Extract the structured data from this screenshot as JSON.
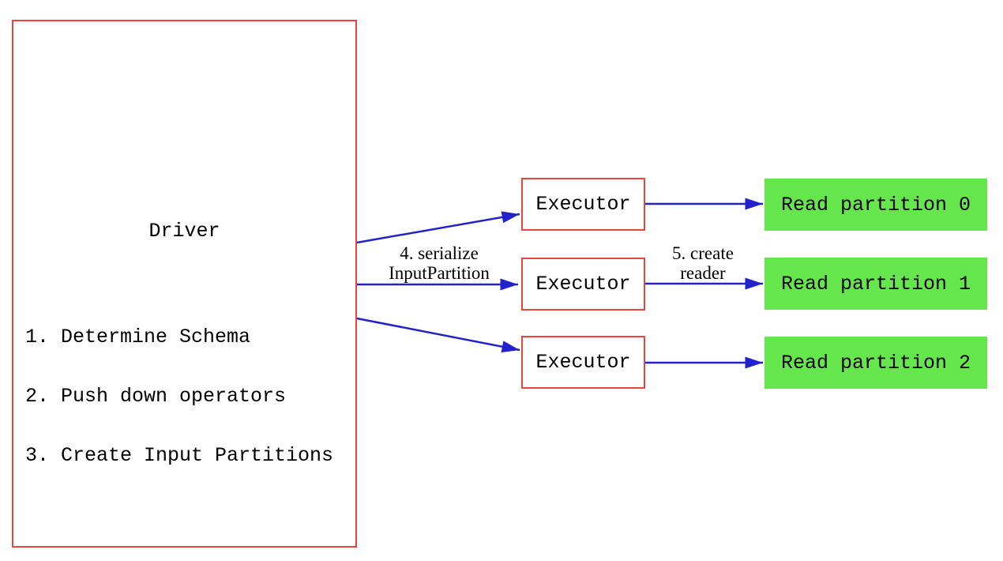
{
  "diagram": {
    "driver": {
      "title": "Driver",
      "steps": [
        "1. Determine Schema",
        "2. Push down operators",
        "3. Create Input Partitions"
      ]
    },
    "executors": [
      {
        "label": "Executor"
      },
      {
        "label": "Executor"
      },
      {
        "label": "Executor"
      }
    ],
    "partitions": [
      {
        "label": "Read partition 0"
      },
      {
        "label": "Read partition 1"
      },
      {
        "label": "Read partition 2"
      }
    ],
    "arrow_labels": {
      "serialize": {
        "line1": "4. serialize",
        "line2": "InputPartition"
      },
      "create_reader": {
        "line1": "5. create",
        "line2": "reader"
      }
    },
    "colors": {
      "box_border": "#e8453c",
      "partition_fill": "#66e64d",
      "arrow": "#2222cc",
      "text": "#000000",
      "background": "#ffffff"
    }
  }
}
